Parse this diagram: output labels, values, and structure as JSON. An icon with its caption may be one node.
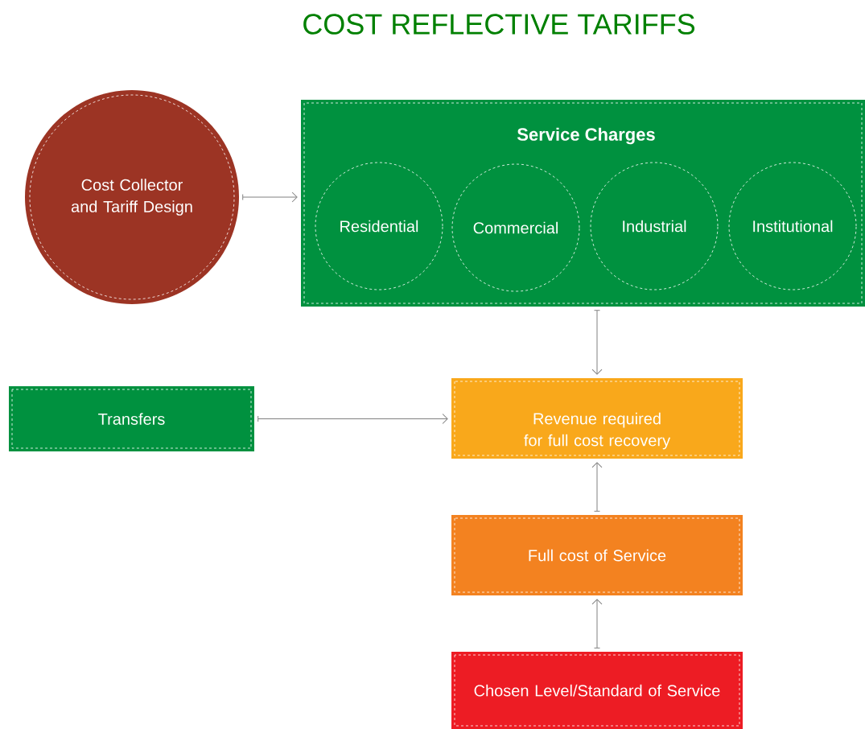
{
  "diagram": {
    "title": "COST REFLECTIVE TARIFFS",
    "nodes": [
      {
        "text": [
          "Cost Collector and Tariff Design"
        ]
      },
      {
        "text": [
          "Service Charges"
        ]
      },
      {
        "text": [
          "Residential"
        ],
        "in": 1
      },
      {
        "text": [
          "Commercial"
        ],
        "in": 1
      },
      {
        "text": [
          "Industrial"
        ],
        "in": 1
      },
      {
        "text": [
          "Institutional"
        ],
        "in": 1
      },
      {
        "text": [
          "Transfers"
        ]
      },
      {
        "text": [
          "Revenue required for full cost recovery"
        ]
      },
      {
        "text": [
          "Full cost of Service"
        ]
      },
      {
        "text": [
          "Chosen Level/Standard of Service"
        ]
      }
    ],
    "edges": [
      {
        "from": 0,
        "to": 1,
        "arrow": "to"
      },
      {
        "from": 1,
        "to": 7,
        "arrow": "to"
      },
      {
        "from": 6,
        "to": 7,
        "arrow": "to"
      },
      {
        "from": 8,
        "to": 7,
        "arrow": "to"
      },
      {
        "from": 9,
        "to": 8,
        "arrow": "to"
      }
    ]
  }
}
